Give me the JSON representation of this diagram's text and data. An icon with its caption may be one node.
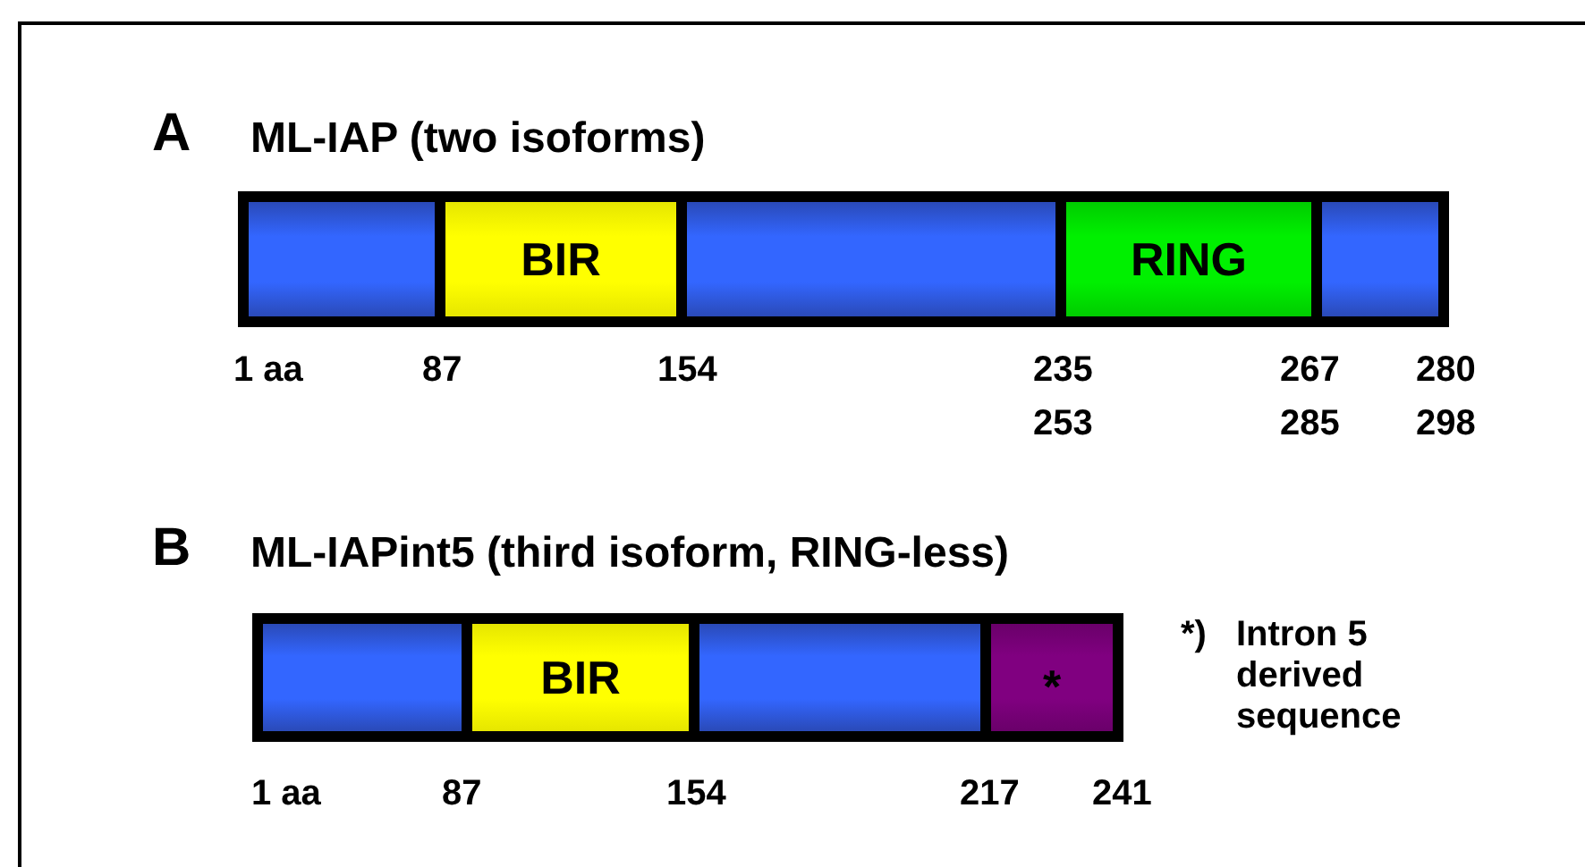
{
  "diagram": {
    "nodes": [
      {
        "text": [],
        "shape": "bar"
      },
      {
        "text": [
          "BIR"
        ]
      },
      {
        "text": [],
        "shape": "bar"
      },
      {
        "text": [
          "RING"
        ]
      },
      {
        "text": [],
        "shape": "bar"
      },
      {
        "text": [],
        "shape": "bar"
      },
      {
        "text": [
          "BIR"
        ]
      },
      {
        "text": [],
        "shape": "bar"
      },
      {
        "text": [
          "*"
        ]
      }
    ],
    "edges": [],
    "labels": [
      "A",
      "ML-IAP (two isoforms)",
      "1 aa",
      "87",
      "154",
      "235",
      "267",
      "280",
      "253",
      "285",
      "298",
      "B",
      "ML-IAPint5 (third isoform, RING-less)",
      "*)",
      "Intron 5 derived sequence",
      "1 aa",
      "87",
      "154",
      "217",
      "241"
    ]
  }
}
